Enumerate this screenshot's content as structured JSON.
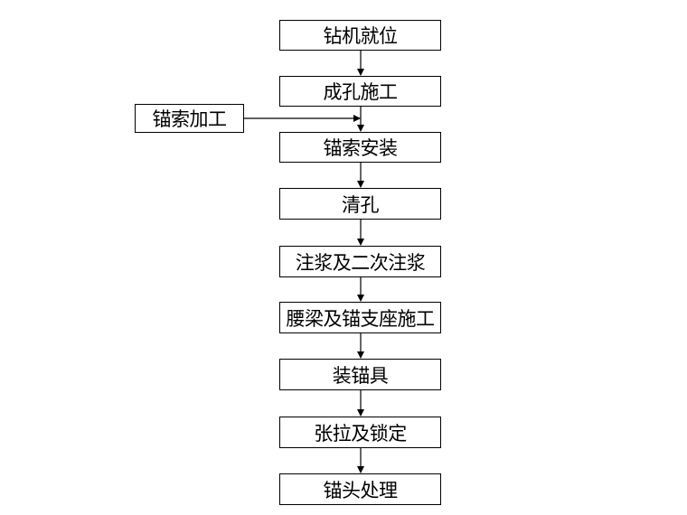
{
  "steps": [
    "钻机就位",
    "成孔施工",
    "锚索安装",
    "清孔",
    "注浆及二次注浆",
    "腰梁及锚支座施工",
    "装锚具",
    "张拉及锁定",
    "锚头处理"
  ],
  "side_input": "锚索加工"
}
